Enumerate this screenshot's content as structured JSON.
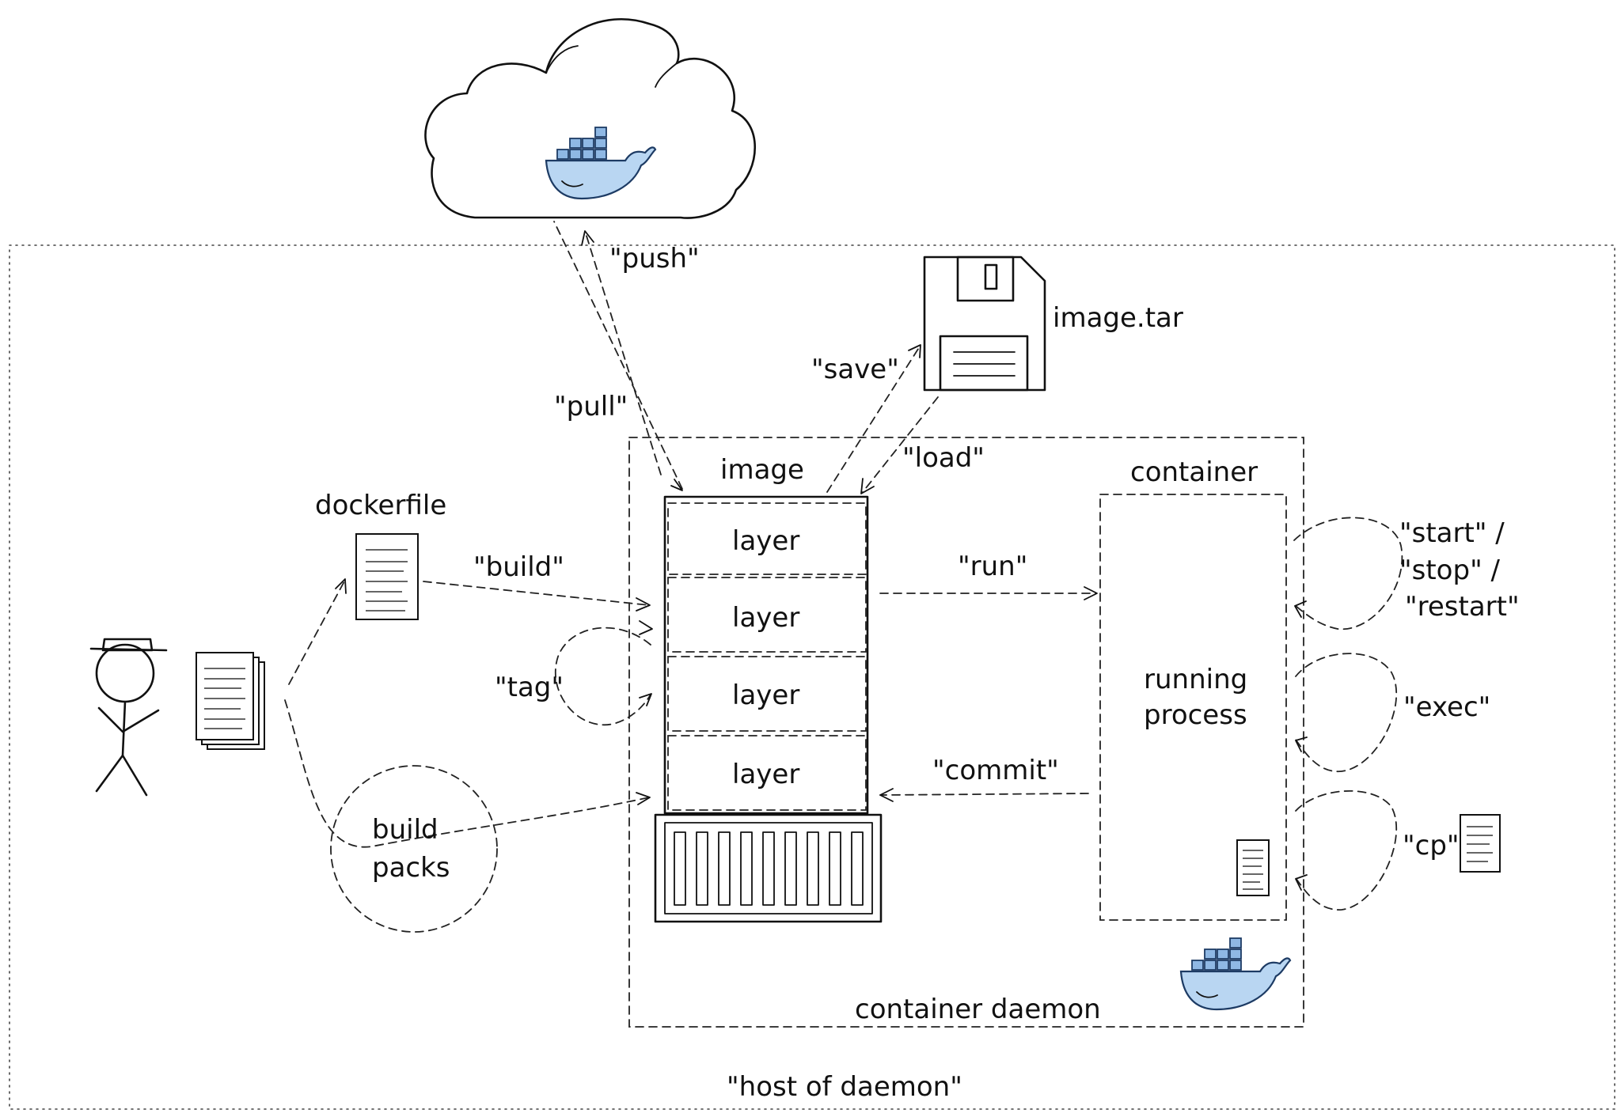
{
  "labels": {
    "push": "\"push\"",
    "pull": "\"pull\"",
    "save": "\"save\"",
    "load": "\"load\"",
    "image_tar": "image.tar",
    "image": "image",
    "container": "container",
    "dockerfile": "dockerfile",
    "build": "\"build\"",
    "run": "\"run\"",
    "tag": "\"tag\"",
    "commit": "\"commit\"",
    "layers": [
      "layer",
      "layer",
      "layer",
      "layer"
    ],
    "running_process_line1": "running",
    "running_process_line2": "process",
    "build_packs_line1": "build",
    "build_packs_line2": "packs",
    "start": "\"start\" /",
    "stop": "\"stop\" /",
    "restart": "\"restart\"",
    "exec": "\"exec\"",
    "cp": "\"cp\"",
    "container_daemon": "container daemon",
    "host_of_daemon": "\"host of daemon\""
  },
  "icons": {
    "cloud": "cloud-registry-icon",
    "whale": "docker-whale-icon",
    "floppy": "floppy-disk-icon",
    "person": "stick-figure-icon",
    "document": "document-icon"
  },
  "colors": {
    "ink": "#111111",
    "whale_blue": "#b9d6f2",
    "whale_outline": "#1d3b64"
  }
}
